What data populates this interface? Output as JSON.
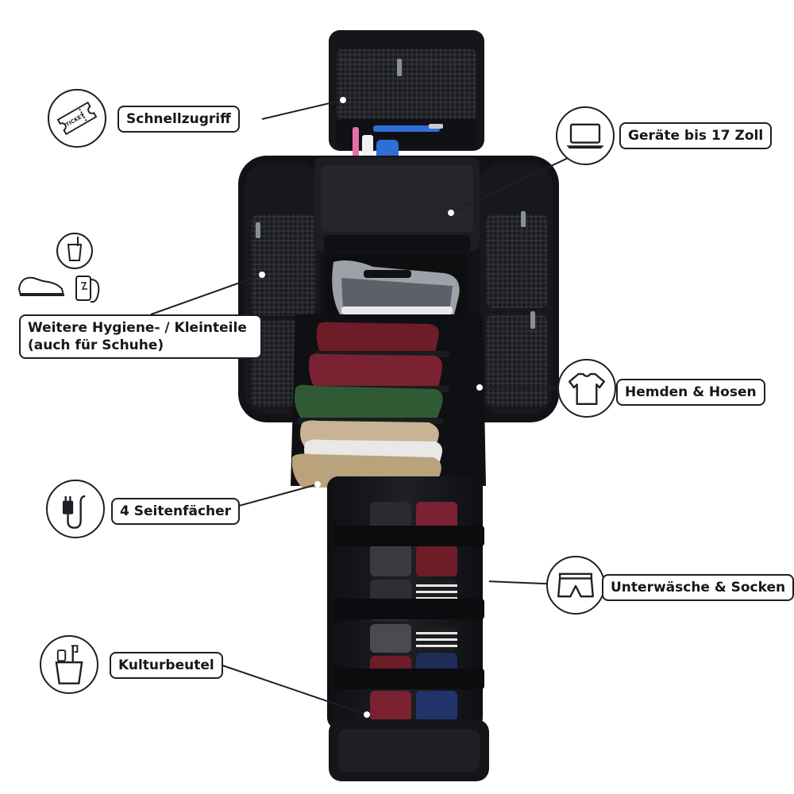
{
  "labels": {
    "quick_access": "Schnellzugriff",
    "devices": "Geräte bis 17 Zoll",
    "hygiene_line1": "Weitere Hygiene- / Kleinteile",
    "hygiene_line2": "(auch für Schuhe)",
    "shirts": "Hemden & Hosen",
    "side_pockets": "4 Seitenfächer",
    "underwear": "Unterwäsche & Socken",
    "toiletry_bag": "Kulturbeutel"
  },
  "icons": {
    "quick_access": "ticket-icon",
    "devices": "laptop-icon",
    "hygiene": "cup-toothbrush-shoe-powerbank-icon",
    "shirts": "tshirt-icon",
    "side_pockets": "charger-cable-icon",
    "underwear": "boxer-shorts-icon",
    "toiletry_bag": "toothbrush-cup-icon"
  },
  "ticket_text": "TICKET",
  "colors": {
    "outline": "#1c1f26",
    "bag": "#141518",
    "bag_mid": "#22242a",
    "mesh": "#2b2e34",
    "burgundy": "#6e1c28",
    "green": "#2f5a34",
    "khaki": "#c8b394",
    "white_shirt": "#e8e8e6",
    "navy": "#1d2d57",
    "pink": "#e86ea8",
    "blue": "#2e6fd6"
  }
}
